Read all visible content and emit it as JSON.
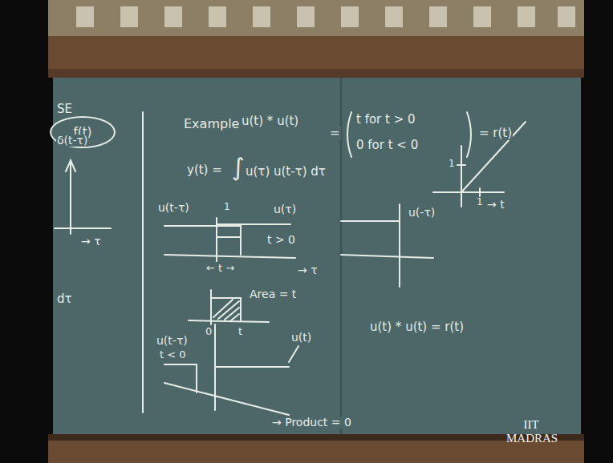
{
  "diagram": {
    "nodes": [
      {
        "text": [
          "f(t)"
        ]
      }
    ],
    "labels": [
      "SE",
      "Example",
      "u(t) * u(t)",
      "=",
      "t for t > 0",
      "0 for t < 0",
      "= r(t)",
      "y(t) =",
      "∫",
      "u(τ) u(t-τ) dτ",
      "u(t-τ)",
      "u(τ)",
      "1",
      "t > 0",
      "← t →",
      "→ τ",
      "Area = t",
      "0",
      "t",
      "u(t-τ)",
      "t < 0",
      "u(t)",
      "→ Product = 0",
      "u(-τ)",
      "u(t) * u(t) = r(t)",
      "1",
      "1",
      "→ t",
      "IIT MADRAS",
      "δ(t-τ)",
      "→ τ",
      "dτ"
    ]
  }
}
